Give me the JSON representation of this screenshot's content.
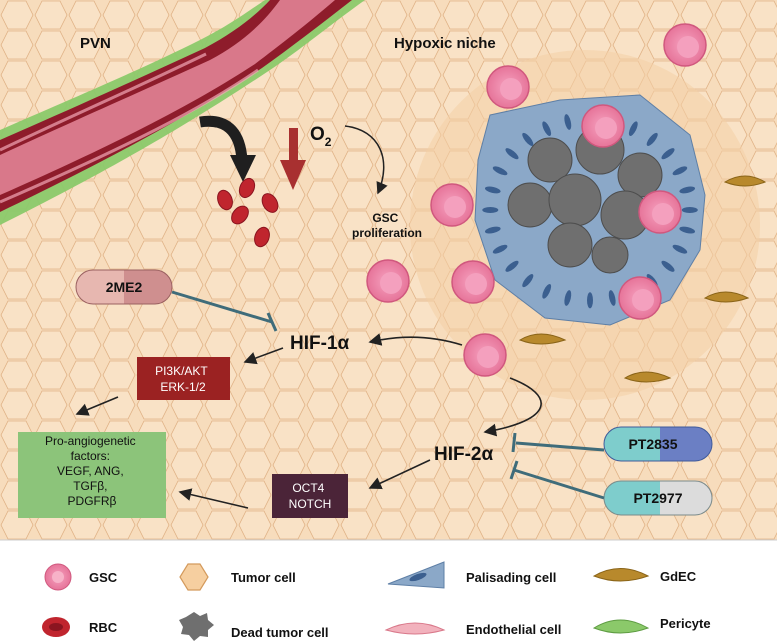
{
  "regions": {
    "pvn": "PVN",
    "hypoxic_niche": "Hypoxic niche"
  },
  "oxygen": {
    "symbol": "O",
    "subscript": "2"
  },
  "gsc_proliferation": [
    "GSC",
    "proliferation"
  ],
  "drugs": {
    "d1": "2ME2",
    "d2": "PT2835",
    "d3": "PT2977"
  },
  "targets": {
    "hif1a": "HIF-1α",
    "hif2a": "HIF-2α"
  },
  "pathways": {
    "p1": [
      "PI3K/AKT",
      "ERK-1/2"
    ],
    "p2": [
      "OCT4",
      "NOTCH"
    ]
  },
  "angiogenic_box": [
    "Pro-angiogenetic",
    "factors:",
    "VEGF, ANG,",
    "TGFβ,",
    "PDGFRβ"
  ],
  "legend": {
    "gsc": "GSC",
    "rbc": "RBC",
    "tumor_cell": "Tumor cell",
    "dead_tumor_cell": "Dead tumor cell",
    "palisading_cell": "Palisading cell",
    "endothelial_cell": "Endothelial cell",
    "gdec": "GdEC",
    "pericyte": "Pericyte"
  },
  "colors": {
    "background_tissue": "#f6d9b8",
    "vessel_red": "#8e1c2b",
    "vessel_lumen": "#d9788a",
    "pericyte_green": "#8bc96a",
    "gsc_pink": "#ef86aa",
    "palisading_blue": "#8ba8c8",
    "dead_cell_gray": "#6f6f6f",
    "gdec_gold": "#b8892c",
    "pathway_red": "#9b2222",
    "pathway_purple": "#4b2438",
    "angio_green": "#8cc47a",
    "inhibitor_teal": "#3f6c7a"
  }
}
